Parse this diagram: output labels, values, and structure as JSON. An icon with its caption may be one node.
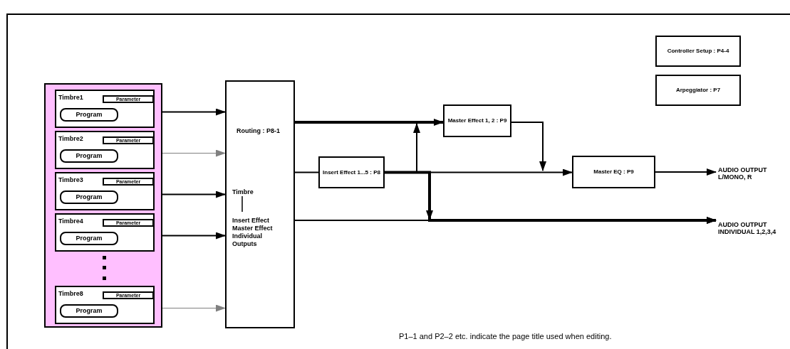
{
  "diagram": {
    "caption": "P1–1 and P2–2 etc. indicate the page title used when editing.",
    "nodes": [
      {
        "text": [],
        "shape": "box"
      },
      {
        "text": [
          "Timbre1"
        ],
        "in": 0
      },
      {
        "text": [
          "Parameter"
        ],
        "in": 1
      },
      {
        "text": [
          "Program"
        ],
        "in": 1
      },
      {
        "text": [
          "Timbre2"
        ],
        "in": 0
      },
      {
        "text": [
          "Parameter"
        ],
        "in": 4
      },
      {
        "text": [
          "Program"
        ],
        "in": 4
      },
      {
        "text": [
          "Timbre3"
        ],
        "in": 0
      },
      {
        "text": [
          "Parameter"
        ],
        "in": 7
      },
      {
        "text": [
          "Program"
        ],
        "in": 7
      },
      {
        "text": [
          "Timbre4"
        ],
        "in": 0
      },
      {
        "text": [
          "Parameter"
        ],
        "in": 10
      },
      {
        "text": [
          "Program"
        ],
        "in": 10
      },
      {
        "text": [
          "Timbre8"
        ],
        "in": 0
      },
      {
        "text": [
          "Parameter"
        ],
        "in": 13
      },
      {
        "text": [
          "Program"
        ],
        "in": 13
      },
      {
        "text": [
          "Routing : P8-1",
          "Timbre",
          "Insert Effect Master Effect Individual Outputs"
        ]
      },
      {
        "text": [
          "Insert Effect 1...5 : P8"
        ]
      },
      {
        "text": [
          "Master Effect 1, 2 : P9"
        ]
      },
      {
        "text": [
          "Master EQ : P9"
        ]
      },
      {
        "text": [
          "AUDIO OUTPUT L/MONO, R"
        ]
      },
      {
        "text": [
          "AUDIO OUTPUT INDIVIDUAL 1,2,3,4"
        ]
      },
      {
        "text": [
          "Controller Setup : P4-4"
        ]
      },
      {
        "text": [
          "Arpeggiator : P7"
        ]
      }
    ],
    "edges": [
      {
        "from": 3,
        "to": 16,
        "arrow": "to"
      },
      {
        "from": 6,
        "to": 16,
        "arrow": "to",
        "color": "#808080"
      },
      {
        "from": 9,
        "to": 16,
        "arrow": "to"
      },
      {
        "from": 12,
        "to": 16,
        "arrow": "to"
      },
      {
        "from": 15,
        "to": 16,
        "arrow": "to",
        "color": "#808080"
      },
      {
        "from": 16,
        "to": 18,
        "arrow": "to",
        "style": "thick"
      },
      {
        "from": 16,
        "to": 17,
        "arrow": "none"
      },
      {
        "from": 17,
        "to": 18,
        "arrow": "to"
      },
      {
        "from": 17,
        "to": 19,
        "arrow": "to"
      },
      {
        "from": 17,
        "to": 21,
        "arrow": "to",
        "style": "thick"
      },
      {
        "from": 16,
        "to": 21,
        "arrow": "to"
      },
      {
        "from": 18,
        "to": 19,
        "arrow": "to"
      },
      {
        "from": 19,
        "to": 20,
        "arrow": "to"
      }
    ]
  }
}
